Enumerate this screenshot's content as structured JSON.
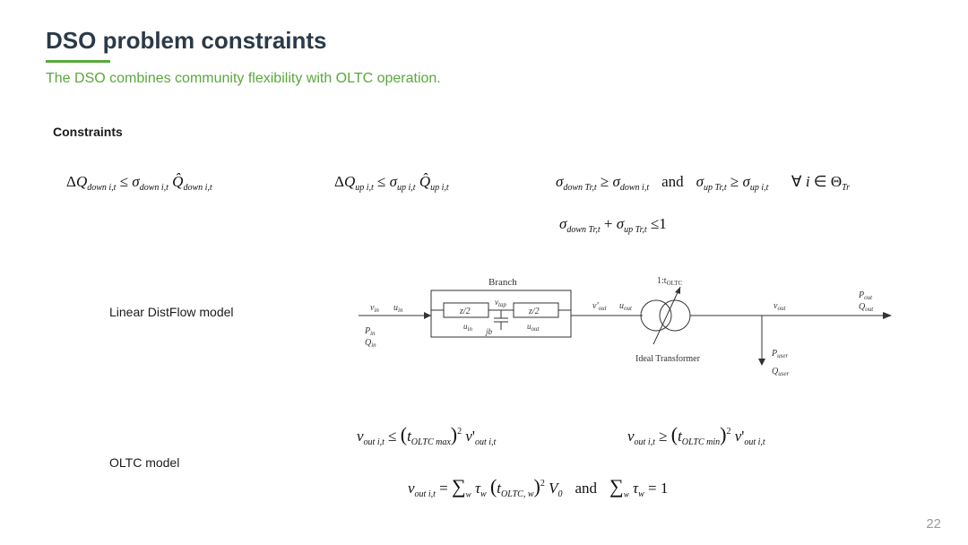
{
  "slide": {
    "title": "DSO problem constraints",
    "subtitle": "The DSO combines community flexibility with OLTC operation.",
    "section_heading": "Constraints",
    "page_number": "22"
  },
  "labels": {
    "distflow": "Linear DistFlow model",
    "oltc": "OLTC model"
  },
  "eq": {
    "and": "and",
    "forall": "∀",
    "geq": "≥",
    "leq": "≤",
    "one": "1",
    "eq_one": "= 1"
  },
  "diagram": {
    "branch": "Branch",
    "z_half": "z/2",
    "v_tap": "v",
    "v_tap_sub": "tap",
    "jb": "jb",
    "u_in": "u",
    "u_in_sub": "in",
    "u_out": "u",
    "u_out_sub": "out",
    "v_in": "v",
    "v_in_sub": "in",
    "P_in": "P",
    "P_in_sub": "in",
    "Q_in": "Q",
    "Q_in_sub": "in",
    "v_out_prime": "v'",
    "v_out_prime_sub": "out",
    "u_out2": "u",
    "u_out2_sub": "out",
    "ratio": "1:t",
    "ratio_sub": "OLTC",
    "ideal_transformer": "Ideal Transformer",
    "v_out": "v",
    "v_out_sub": "out",
    "P_out": "P",
    "P_out_sub": "out",
    "Q_out": "Q",
    "Q_out_sub": "out",
    "P_user": "P",
    "P_user_sub": "user",
    "Q_user": "Q",
    "Q_user_sub": "user"
  }
}
